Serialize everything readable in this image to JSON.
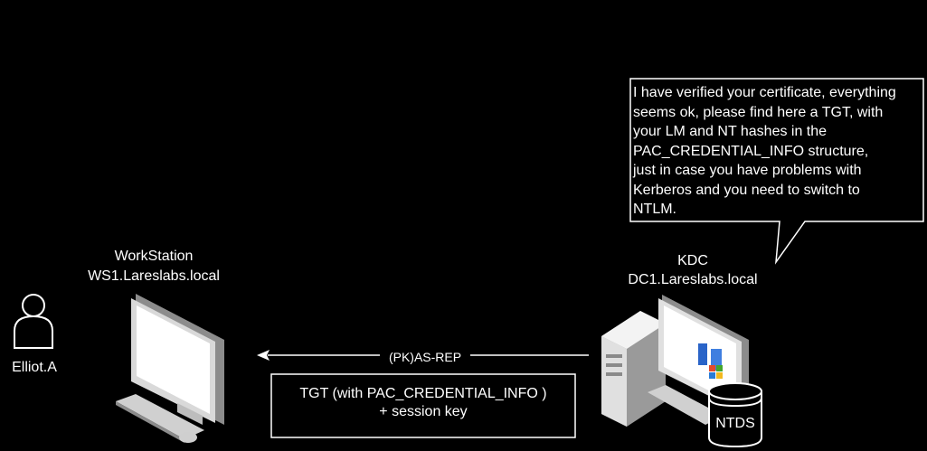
{
  "workstation": {
    "title": "WorkStation",
    "hostname": "WS1.Lareslabs.local"
  },
  "user": {
    "name": "Elliot.A"
  },
  "kdc": {
    "title": "KDC",
    "hostname": "DC1.Lareslabs.local",
    "database_label": "NTDS"
  },
  "speech_bubble": {
    "text": "I have verified your certificate, everything\nseems ok, please find here a TGT, with\nyour LM and NT hashes in the\nPAC_CREDENTIAL_INFO structure,\njust in case you have problems with\nKerberos and you need to switch to\nNTLM."
  },
  "arrow": {
    "label": "(PK)AS-REP"
  },
  "message_box": {
    "text": "TGT (with PAC_CREDENTIAL_INFO )\n+ session key"
  },
  "colors": {
    "background": "#000000",
    "foreground": "#ffffff",
    "computer_light": "#e6e6e6",
    "computer_shade": "#9a9a9a"
  }
}
